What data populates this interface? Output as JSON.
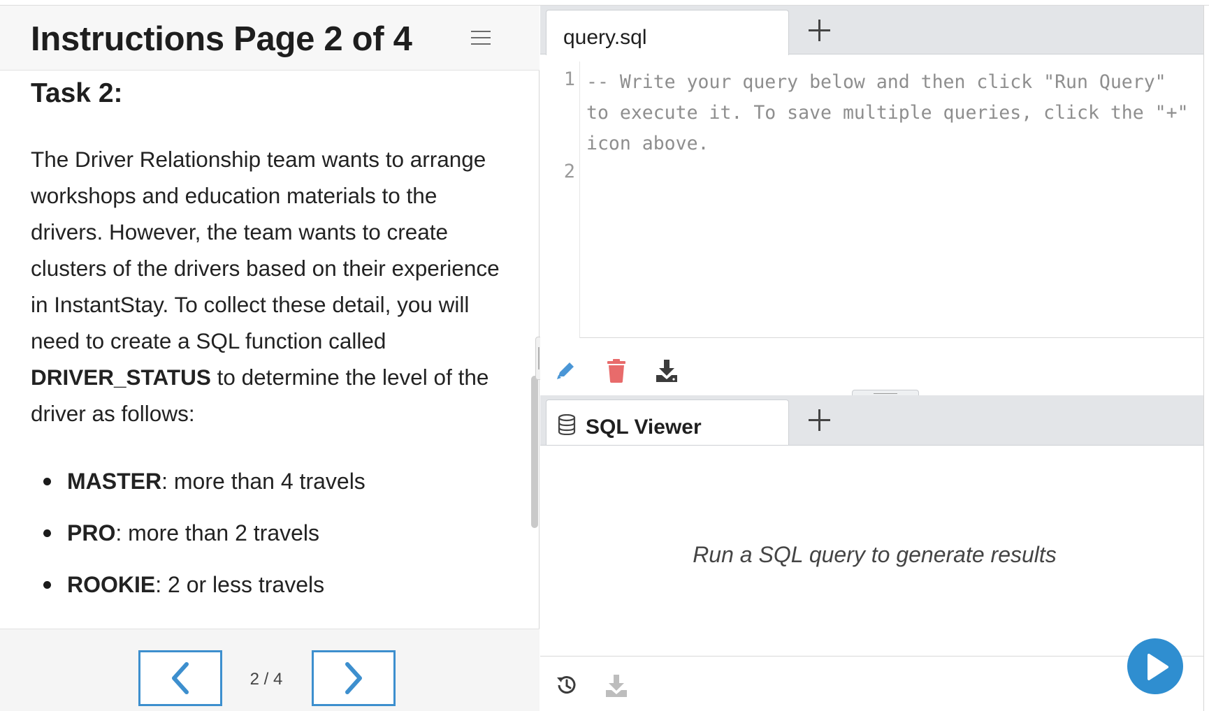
{
  "instructions": {
    "title": "Instructions Page 2 of 4",
    "task_title": "Task 2:",
    "paragraph": {
      "part1": "The Driver Relationship team wants to arrange workshops and education materials to the drivers. However, the team wants to create clusters of the drivers based on their experience in InstantStay. To collect these detail, you will need to create a SQL function called ",
      "bold": "DRIVER_STATUS",
      "part2": " to determine the level of the driver as follows:"
    },
    "bullets": [
      {
        "term": "MASTER",
        "desc": ": more than 4 travels"
      },
      {
        "term": "PRO",
        "desc": ": more than 2 travels"
      },
      {
        "term": "ROOKIE",
        "desc": ": 2 or less travels"
      }
    ],
    "pagination": "2 / 4"
  },
  "editor": {
    "tab_label": "query.sql",
    "line_numbers": [
      "1",
      "2"
    ],
    "code_line1": "-- Write your query below and then click \"Run Query\" to execute it. To save multiple queries, click the \"+\" icon above.",
    "code_line2": ""
  },
  "viewer": {
    "tab_label": "SQL Viewer",
    "placeholder": "Run a SQL query to generate results"
  },
  "icons": {
    "menu": "hamburger-icon",
    "prev": "chevron-left-icon",
    "next": "chevron-right-icon",
    "edit": "pencil-icon",
    "delete": "trash-icon",
    "download": "download-icon",
    "database": "database-icon",
    "history": "history-icon",
    "run": "play-icon"
  },
  "colors": {
    "accent": "#3d8fce",
    "run_button": "#2f8ed0",
    "delete": "#e86b6b",
    "edit": "#4a96d6"
  }
}
